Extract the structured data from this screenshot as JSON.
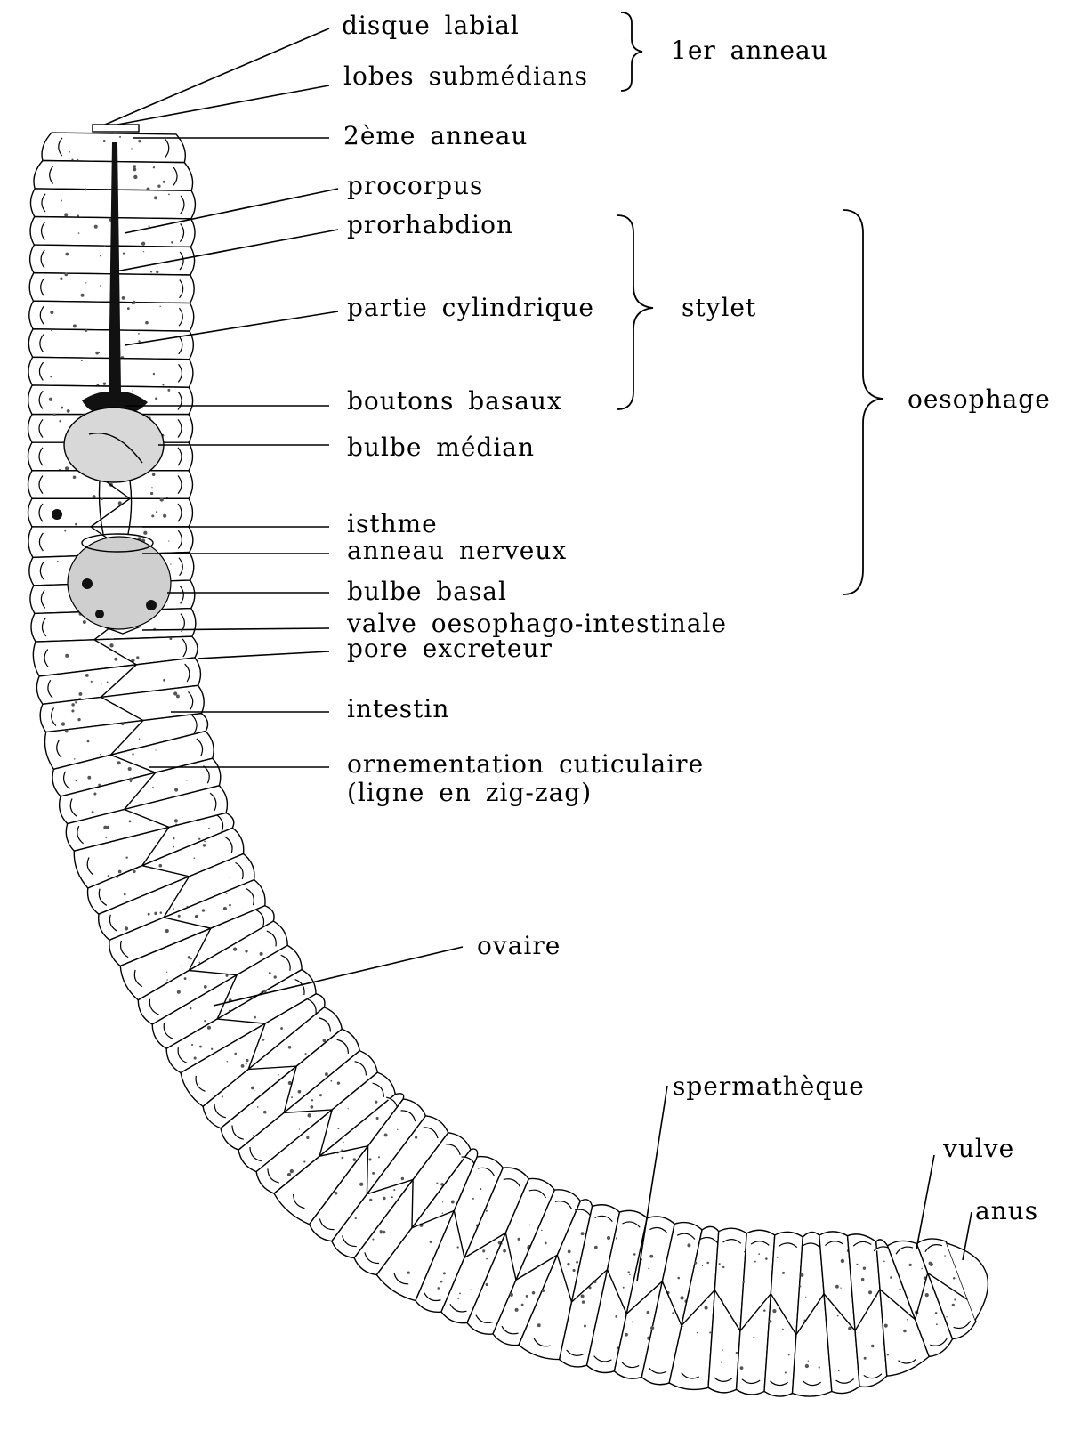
{
  "labels": {
    "disque_labial": "disque labial",
    "lobes_submedians": "lobes submédians",
    "premier_anneau": "1er anneau",
    "deuxieme_anneau": "2ème anneau",
    "procorpus": "procorpus",
    "prorhabdion": "prorhabdion",
    "partie_cylindrique": "partie cylindrique",
    "stylet": "stylet",
    "boutons_basaux": "boutons basaux",
    "oesophage": "oesophage",
    "bulbe_median": "bulbe médian",
    "isthme": "isthme",
    "anneau_nerveux": "anneau nerveux",
    "bulbe_basal": "bulbe basal",
    "valve": "valve oesophago-intestinale",
    "pore_excreteur": "pore excreteur",
    "intestin": "intestin",
    "ornementation_1": "ornementation cuticulaire",
    "ornementation_2": "(ligne en zig-zag)",
    "ovaire": "ovaire",
    "spermatheque": "spermathèque",
    "vulve": "vulve",
    "anus": "anus"
  }
}
